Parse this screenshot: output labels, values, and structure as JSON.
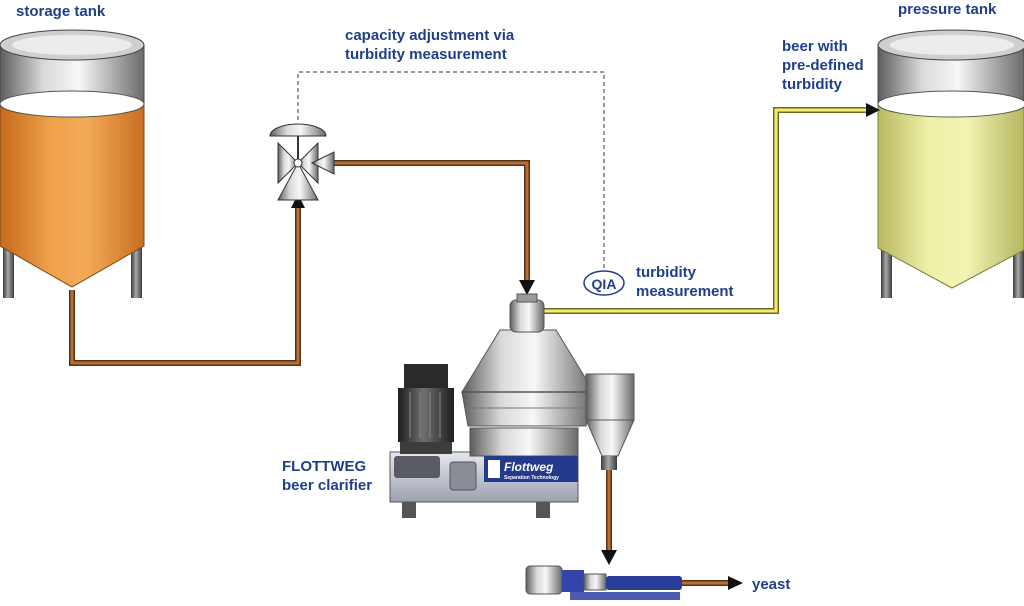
{
  "labels": {
    "storage_tank": "storage tank",
    "pressure_tank": "pressure tank",
    "capacity_line1": "capacity adjustment via",
    "capacity_line2": "turbidity measurement",
    "beer_line1": "beer with",
    "beer_line2": "pre-defined",
    "beer_line3": "turbidity",
    "turbidity_line1": "turbidity",
    "turbidity_line2": "measurement",
    "qia": "QIA",
    "clarifier_line1": "FLOTTWEG",
    "clarifier_line2": "beer clarifier",
    "yeast": "yeast",
    "brand": "Flottweg",
    "brand_sub": "Separation Technology"
  },
  "colors": {
    "label_text": "#1f3f8a",
    "beer_unfiltered": "#f0a04a",
    "beer_clarified": "#eef0a8",
    "brown_pipe": "#9c5a2a",
    "yellow_pipe": "#f4ee70",
    "brand_blue": "#243a8c"
  }
}
